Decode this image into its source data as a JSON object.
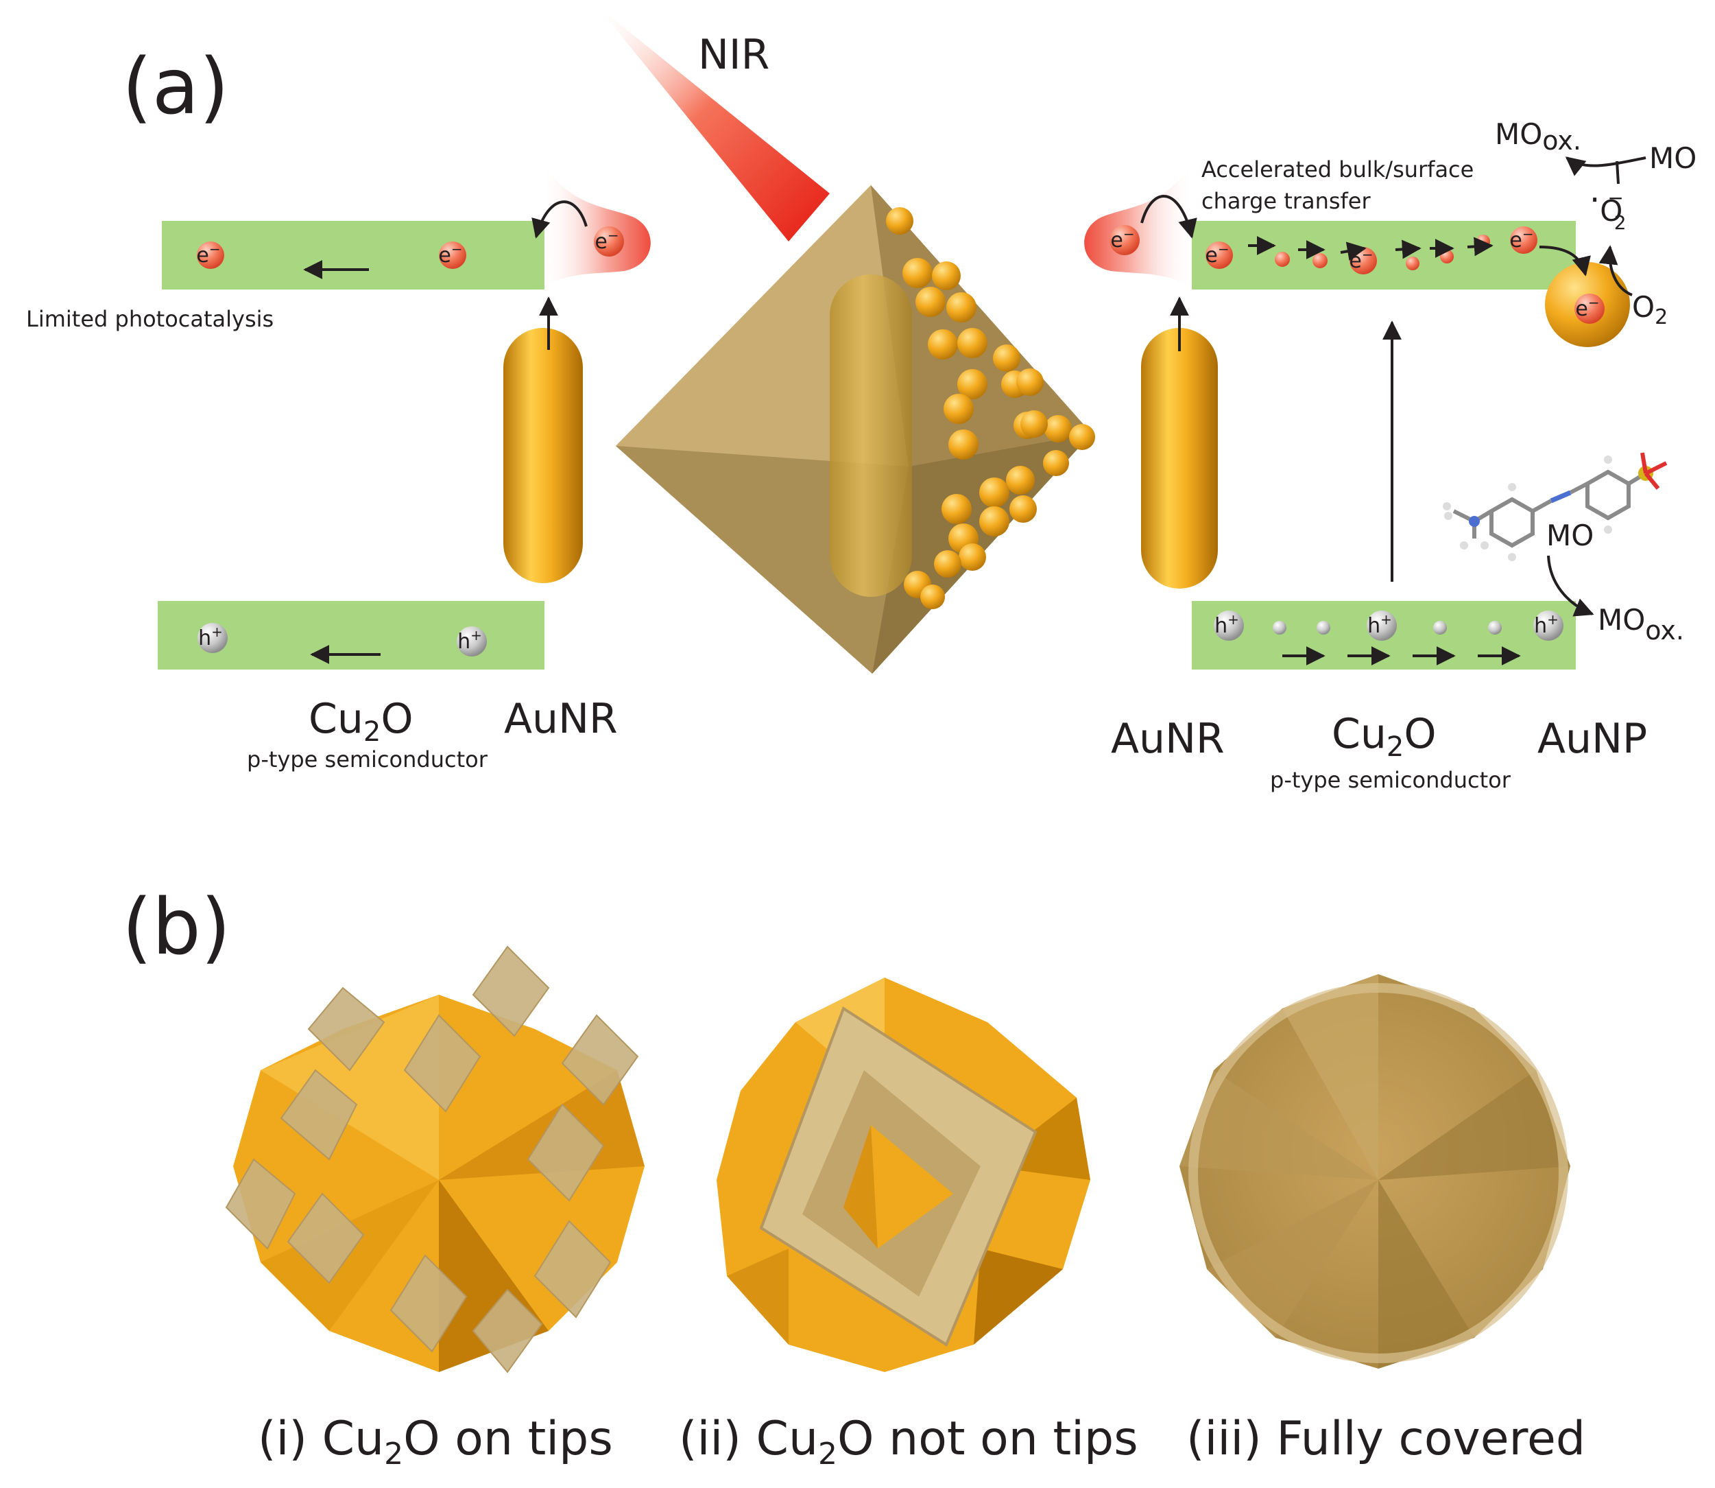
{
  "panel_a": {
    "label": "(a)",
    "nir": "NIR",
    "limited": "Limited photocatalysis",
    "accelerated_line1": "Accelerated bulk/surface",
    "accelerated_line2": "charge transfer",
    "left_cu2o": "Cu",
    "left_cu2o_sub": "2",
    "left_cu2o_end": "O",
    "left_ptype": "p-type semiconductor",
    "left_aunr": "AuNR",
    "right_aunr": "AuNR",
    "right_cu2o": "Cu",
    "right_cu2o_sub": "2",
    "right_cu2o_end": "O",
    "right_ptype": "p-type semiconductor",
    "right_aunp": "AuNP",
    "electron": "e",
    "electron_sup": "−",
    "hole": "h",
    "hole_sup": "+",
    "mo_ox_top": "MO",
    "mo_ox_top_sub": "ox.",
    "mo_top": "MO",
    "o2_radical": "O",
    "o2_radical_sub": "2",
    "o2_radical_sup": "−",
    "radical_dot": "·",
    "o2": "O",
    "o2_sub": "2",
    "mo_bottom": "MO",
    "mo_ox_bottom": "MO",
    "mo_ox_bottom_sub": "ox."
  },
  "panel_b": {
    "label": "(b)",
    "cap1_pre": "(i) Cu",
    "cap1_sub": "2",
    "cap1_post": "O on tips",
    "cap2_pre": "(ii) Cu",
    "cap2_sub": "2",
    "cap2_post": "O not on tips",
    "cap3": "(iii) Fully covered"
  },
  "colors": {
    "green_band": "#a9d681",
    "gold": "#f0a91c",
    "beige": "#c8b07e",
    "red": "#e8271f"
  }
}
